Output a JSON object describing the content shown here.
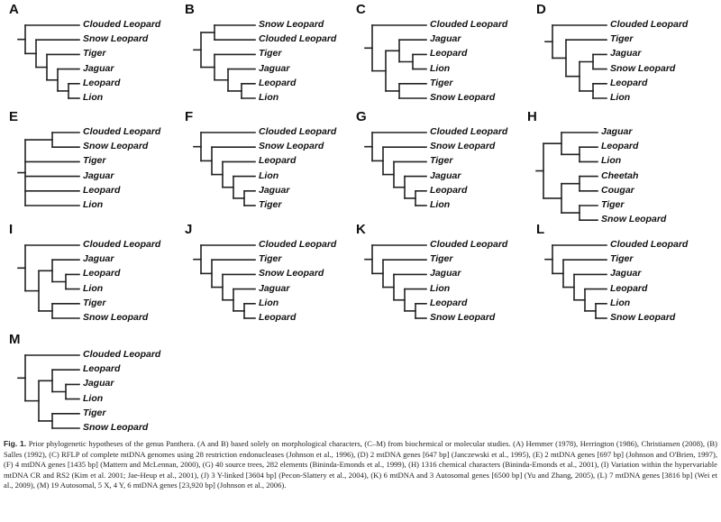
{
  "panels": [
    {
      "letter": "A",
      "taxa": [
        "Clouded Leopard",
        "Snow Leopard",
        "Tiger",
        "Jaguar",
        "Leopard",
        "Lion"
      ],
      "topology": [
        [
          0,
          [
            1,
            [
              2,
              [
                3,
                [
                  4,
                  5
                ]
              ]
            ]
          ]
        ]
      ]
    },
    {
      "letter": "B",
      "taxa": [
        "Snow Leopard",
        "Clouded Leopard",
        "Tiger",
        "Jaguar",
        "Leopard",
        "Lion"
      ],
      "topology": [
        [
          [
            0,
            1
          ],
          [
            2,
            [
              3,
              [
                4,
                5
              ]
            ]
          ]
        ]
      ]
    },
    {
      "letter": "C",
      "taxa": [
        "Clouded Leopard",
        "Jaguar",
        "Leopard",
        "Lion",
        "Tiger",
        "Snow Leopard"
      ],
      "topology": [
        [
          0,
          [
            [
              1,
              [
                2,
                3
              ]
            ],
            [
              4,
              5
            ]
          ]
        ]
      ]
    },
    {
      "letter": "D",
      "taxa": [
        "Clouded Leopard",
        "Tiger",
        "Jaguar",
        "Snow Leopard",
        "Leopard",
        "Lion"
      ],
      "topology": [
        [
          0,
          [
            1,
            [
              [
                2,
                3
              ],
              [
                4,
                5
              ]
            ]
          ]
        ]
      ]
    },
    {
      "letter": "E",
      "taxa": [
        "Clouded Leopard",
        "Snow Leopard",
        "Tiger",
        "Jaguar",
        "Leopard",
        "Lion"
      ],
      "topology": [
        [
          [
            0,
            1
          ],
          2,
          3,
          4,
          5
        ]
      ]
    },
    {
      "letter": "F",
      "taxa": [
        "Clouded Leopard",
        "Snow Leopard",
        "Leopard",
        "Lion",
        "Jaguar",
        "Tiger"
      ],
      "topology": [
        [
          0,
          [
            1,
            [
              2,
              [
                3,
                [
                  4,
                  5
                ]
              ]
            ]
          ]
        ]
      ]
    },
    {
      "letter": "G",
      "taxa": [
        "Clouded Leopard",
        "Snow Leopard",
        "Tiger",
        "Jaguar",
        "Leopard",
        "Lion"
      ],
      "topology": [
        [
          0,
          [
            1,
            [
              2,
              [
                3,
                [
                  4,
                  5
                ]
              ]
            ]
          ]
        ]
      ]
    },
    {
      "letter": "H",
      "taxa": [
        "Jaguar",
        "Leopard",
        "Lion",
        "Cheetah",
        "Cougar",
        "Tiger",
        "Snow Leopard"
      ],
      "topology": [
        [
          [
            0,
            [
              1,
              2
            ]
          ],
          [
            [
              3,
              4
            ],
            [
              5,
              6
            ]
          ]
        ]
      ]
    },
    {
      "letter": "I",
      "taxa": [
        "Clouded Leopard",
        "Jaguar",
        "Leopard",
        "Lion",
        "Tiger",
        "Snow Leopard"
      ],
      "topology": [
        [
          0,
          [
            [
              1,
              [
                2,
                3
              ]
            ],
            [
              4,
              5
            ]
          ]
        ]
      ]
    },
    {
      "letter": "J",
      "taxa": [
        "Clouded Leopard",
        "Tiger",
        "Snow Leopard",
        "Jaguar",
        "Lion",
        "Leopard"
      ],
      "topology": [
        [
          0,
          [
            1,
            [
              2,
              [
                3,
                [
                  4,
                  5
                ]
              ]
            ]
          ]
        ]
      ]
    },
    {
      "letter": "K",
      "taxa": [
        "Clouded Leopard",
        "Tiger",
        "Jaguar",
        "Lion",
        "Leopard",
        "Snow Leopard"
      ],
      "topology": [
        [
          0,
          [
            1,
            [
              2,
              [
                3,
                [
                  4,
                  5
                ]
              ]
            ]
          ]
        ]
      ]
    },
    {
      "letter": "L",
      "taxa": [
        "Clouded Leopard",
        "Tiger",
        "Jaguar",
        "Leopard",
        "Lion",
        "Snow Leopard"
      ],
      "topology": [
        [
          0,
          [
            1,
            [
              2,
              [
                3,
                [
                  4,
                  5
                ]
              ]
            ]
          ]
        ]
      ]
    },
    {
      "letter": "M",
      "taxa": [
        "Clouded Leopard",
        "Leopard",
        "Jaguar",
        "Lion",
        "Tiger",
        "Snow Leopard"
      ],
      "topology": [
        [
          0,
          [
            [
              1,
              [
                2,
                3
              ]
            ],
            [
              4,
              5
            ]
          ]
        ]
      ]
    }
  ],
  "caption": {
    "label": "Fig. 1.",
    "text": "Prior phylogenetic hypotheses of the genus Panthera. (A and B) based solely on morphological characters, (C–M) from biochemical or molecular studies. (A) Hemmer (1978), Herrington (1986), Christiansen (2008), (B) Salles (1992), (C) RFLP of complete mtDNA genomes using 28 restriction endonucleases (Johnson et al., 1996), (D) 2 mtDNA genes [647 bp] (Janczewski et al., 1995), (E) 2 mtDNA genes [697 bp] (Johnson and O'Brien, 1997), (F) 4 mtDNA genes [1435 bp] (Mattern and McLennan, 2000), (G) 40 source trees, 282 elements (Bininda-Emonds et al., 1999), (H) 1316 chemical characters (Bininda-Emonds et al., 2001), (I) Variation within the hypervariable mtDNA CR and RS2 (Kim et al. 2001; Jae-Heup et al., 2001), (J) 3 Y-linked [3604 bp] (Pecon-Slattery et al., 2004), (K) 6 mtDNA and 3 Autosomal genes [6500 bp] (Yu and Zhang, 2005), (L) 7 mtDNA genes [3816 bp] (Wei et al., 2009), (M) 19 Autosomal, 5 X, 4 Y, 6 mtDNA genes [23,920 bp] (Johnson et al., 2006)."
  }
}
